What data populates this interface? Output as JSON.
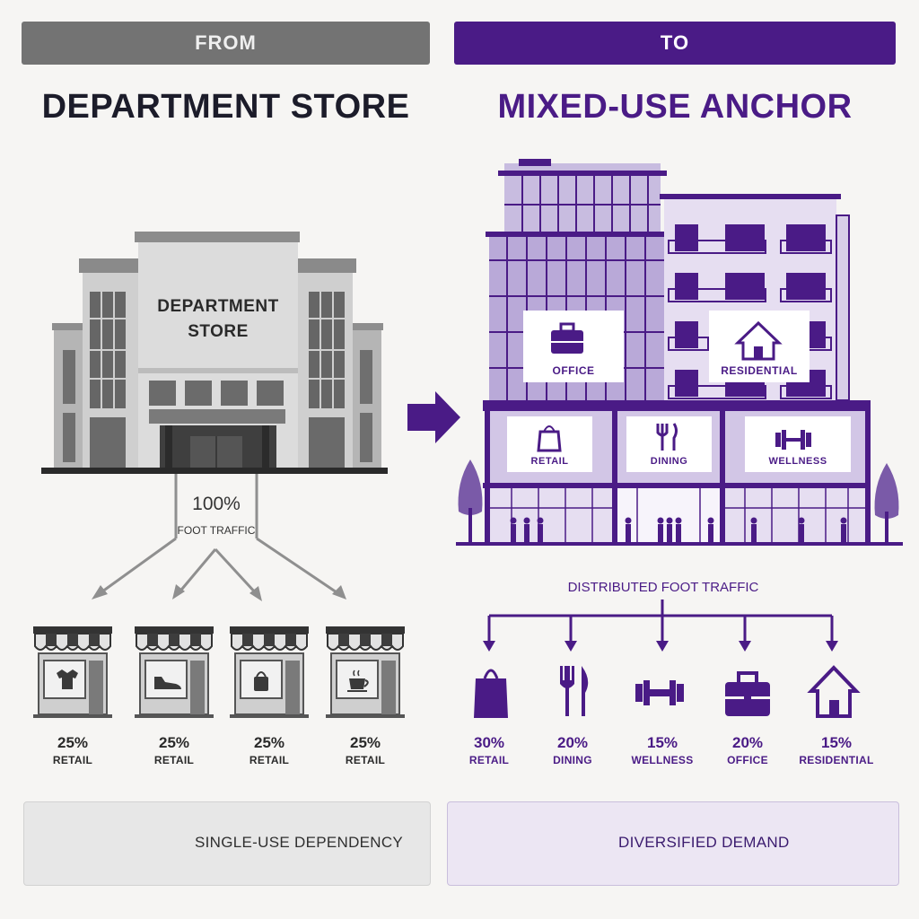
{
  "left": {
    "header": "FROM",
    "title": "DEPARTMENT STORE",
    "building_sign": [
      "DEPARTMENT",
      "STORE"
    ],
    "traffic_pct": "100%",
    "traffic_label": "FOOT TRAFFIC",
    "shops": [
      {
        "pct": "25%",
        "label": "RETAIL",
        "icon": "tshirt-icon"
      },
      {
        "pct": "25%",
        "label": "RETAIL",
        "icon": "shoe-icon"
      },
      {
        "pct": "25%",
        "label": "RETAIL",
        "icon": "handbag-icon"
      },
      {
        "pct": "25%",
        "label": "RETAIL",
        "icon": "coffee-cup-icon"
      }
    ],
    "panel_text": "SINGLE-USE DEPENDENCY",
    "panel_icon": "downtrend-arrow-icon"
  },
  "right": {
    "header": "TO",
    "title": "MIXED-USE ANCHOR",
    "building_signs": {
      "office": "OFFICE",
      "residential": "RESIDENTIAL",
      "retail": "RETAIL",
      "dining": "DINING",
      "wellness": "WELLNESS"
    },
    "traffic_label": "DISTRIBUTED FOOT TRAFFIC",
    "uses": [
      {
        "pct": "30%",
        "label": "RETAIL",
        "icon": "shopping-bag-icon"
      },
      {
        "pct": "20%",
        "label": "DINING",
        "icon": "fork-knife-icon"
      },
      {
        "pct": "15%",
        "label": "WELLNESS",
        "icon": "dumbbell-icon"
      },
      {
        "pct": "20%",
        "label": "OFFICE",
        "icon": "briefcase-icon"
      },
      {
        "pct": "15%",
        "label": "RESIDENTIAL",
        "icon": "house-icon"
      }
    ],
    "panel_text": "DIVERSIFIED DEMAND",
    "panel_icon": "uptrend-arrow-icon"
  },
  "colors": {
    "background": "#f6f5f3",
    "from_header": "#737373",
    "to_header": "#4a1b86",
    "purple": "#4a1b86",
    "light_purple": "#d9cfe9",
    "gray_dark": "#555555",
    "gray_light": "#d9d9d9"
  }
}
